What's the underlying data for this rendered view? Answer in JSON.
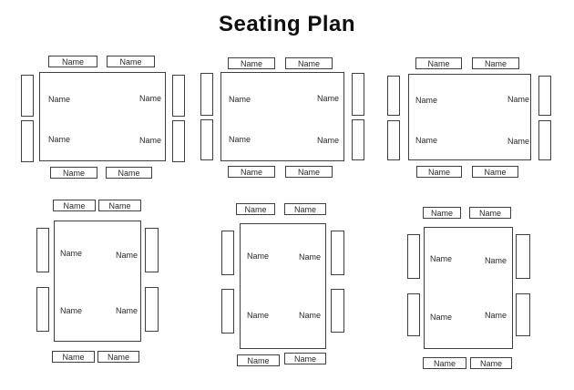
{
  "title": "Seating Plan",
  "tables": [
    {
      "id": "table-1",
      "top": [
        "Name",
        "Name"
      ],
      "bottom": [
        "Name",
        "Name"
      ],
      "inside": [
        "Name",
        "Name",
        "Name",
        "Name"
      ]
    },
    {
      "id": "table-2",
      "top": [
        "Name",
        "Name"
      ],
      "bottom": [
        "Name",
        "Name"
      ],
      "inside": [
        "Name",
        "Name",
        "Name",
        "Name"
      ]
    },
    {
      "id": "table-3",
      "top": [
        "Name",
        "Name"
      ],
      "bottom": [
        "Name",
        "Name"
      ],
      "inside": [
        "Name",
        "Name",
        "Name",
        "Name"
      ]
    },
    {
      "id": "table-4",
      "top": [
        "Name",
        "Name"
      ],
      "bottom": [
        "Name",
        "Name"
      ],
      "inside": [
        "Name",
        "Name",
        "Name",
        "Name"
      ]
    },
    {
      "id": "table-5",
      "top": [
        "Name",
        "Name"
      ],
      "bottom": [
        "Name",
        "Name"
      ],
      "inside": [
        "Name",
        "Name",
        "Name",
        "Name"
      ]
    },
    {
      "id": "table-6",
      "top": [
        "Name",
        "Name"
      ],
      "bottom": [
        "Name",
        "Name"
      ],
      "inside": [
        "Name",
        "Name",
        "Name",
        "Name"
      ]
    }
  ],
  "colors": {
    "background": "#ffffff",
    "outline": "#3f3f3f",
    "label_text": "#2a2a2a",
    "title_text": "#0f0f0f"
  }
}
